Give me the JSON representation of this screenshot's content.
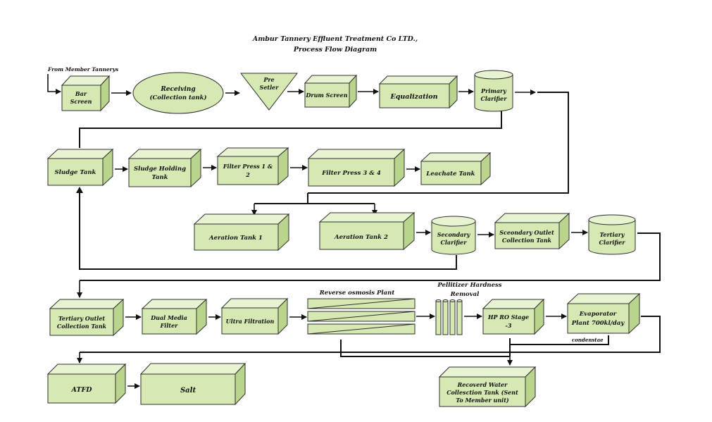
{
  "title": {
    "line1": "Ambur Tannery Effluent Treatment Co LTD.,",
    "line2": "Process Flow Diagram"
  },
  "source_label": "From Member Tannerys",
  "nodes": {
    "bar_screen": [
      "Bar",
      "Screen"
    ],
    "receiving": [
      "Receiving",
      "(Collection tank)"
    ],
    "pre_setler": [
      "Pre",
      "Setler"
    ],
    "drum_screen": [
      "Drum Screen"
    ],
    "equalization": [
      "Equalization"
    ],
    "primary_clarifier": [
      "Primary",
      "Clarifier"
    ],
    "sludge_tank": [
      "Sludge Tank"
    ],
    "sludge_holding_tank": [
      "Sludge Holding",
      "Tank"
    ],
    "filter_press_1_2": [
      "Filter Press 1 &",
      "2"
    ],
    "filter_press_3_4": [
      "Filter Press 3 & 4"
    ],
    "leachate_tank": [
      "Leachate Tank"
    ],
    "aeration_tank_1": [
      "Aeration Tank 1"
    ],
    "aeration_tank_2": [
      "Aeration Tank  2"
    ],
    "secondary_clarifier": [
      "Secondary",
      "Clarifier"
    ],
    "secondary_outlet": [
      "Sceondary Outlet",
      "Collection Tank"
    ],
    "tertiary_clarifier": [
      "Tertiary",
      "Clarifier"
    ],
    "tertiary_outlet": [
      "Tertiary Outlet",
      "Collection Tank"
    ],
    "dual_media_filter": [
      "Dual Media",
      "Filter"
    ],
    "ultra_filtration": [
      "Ultra Filtration"
    ],
    "reverse_osmosis": [
      "Reverse osmosis Plant"
    ],
    "pellitizer": [
      "Pellitizer Hardness",
      "Removal"
    ],
    "hp_ro": [
      "HP RO Stage",
      "-3"
    ],
    "evaporator": [
      "Evaporator",
      "Plant 700kl/day"
    ],
    "atfd": [
      "ATFD"
    ],
    "salt": [
      "Salt"
    ],
    "recovered_water": [
      "Recoverd Water",
      "Collesction Tank (Sent",
      "To Member unit)"
    ]
  },
  "condensate_label": "condenstae"
}
